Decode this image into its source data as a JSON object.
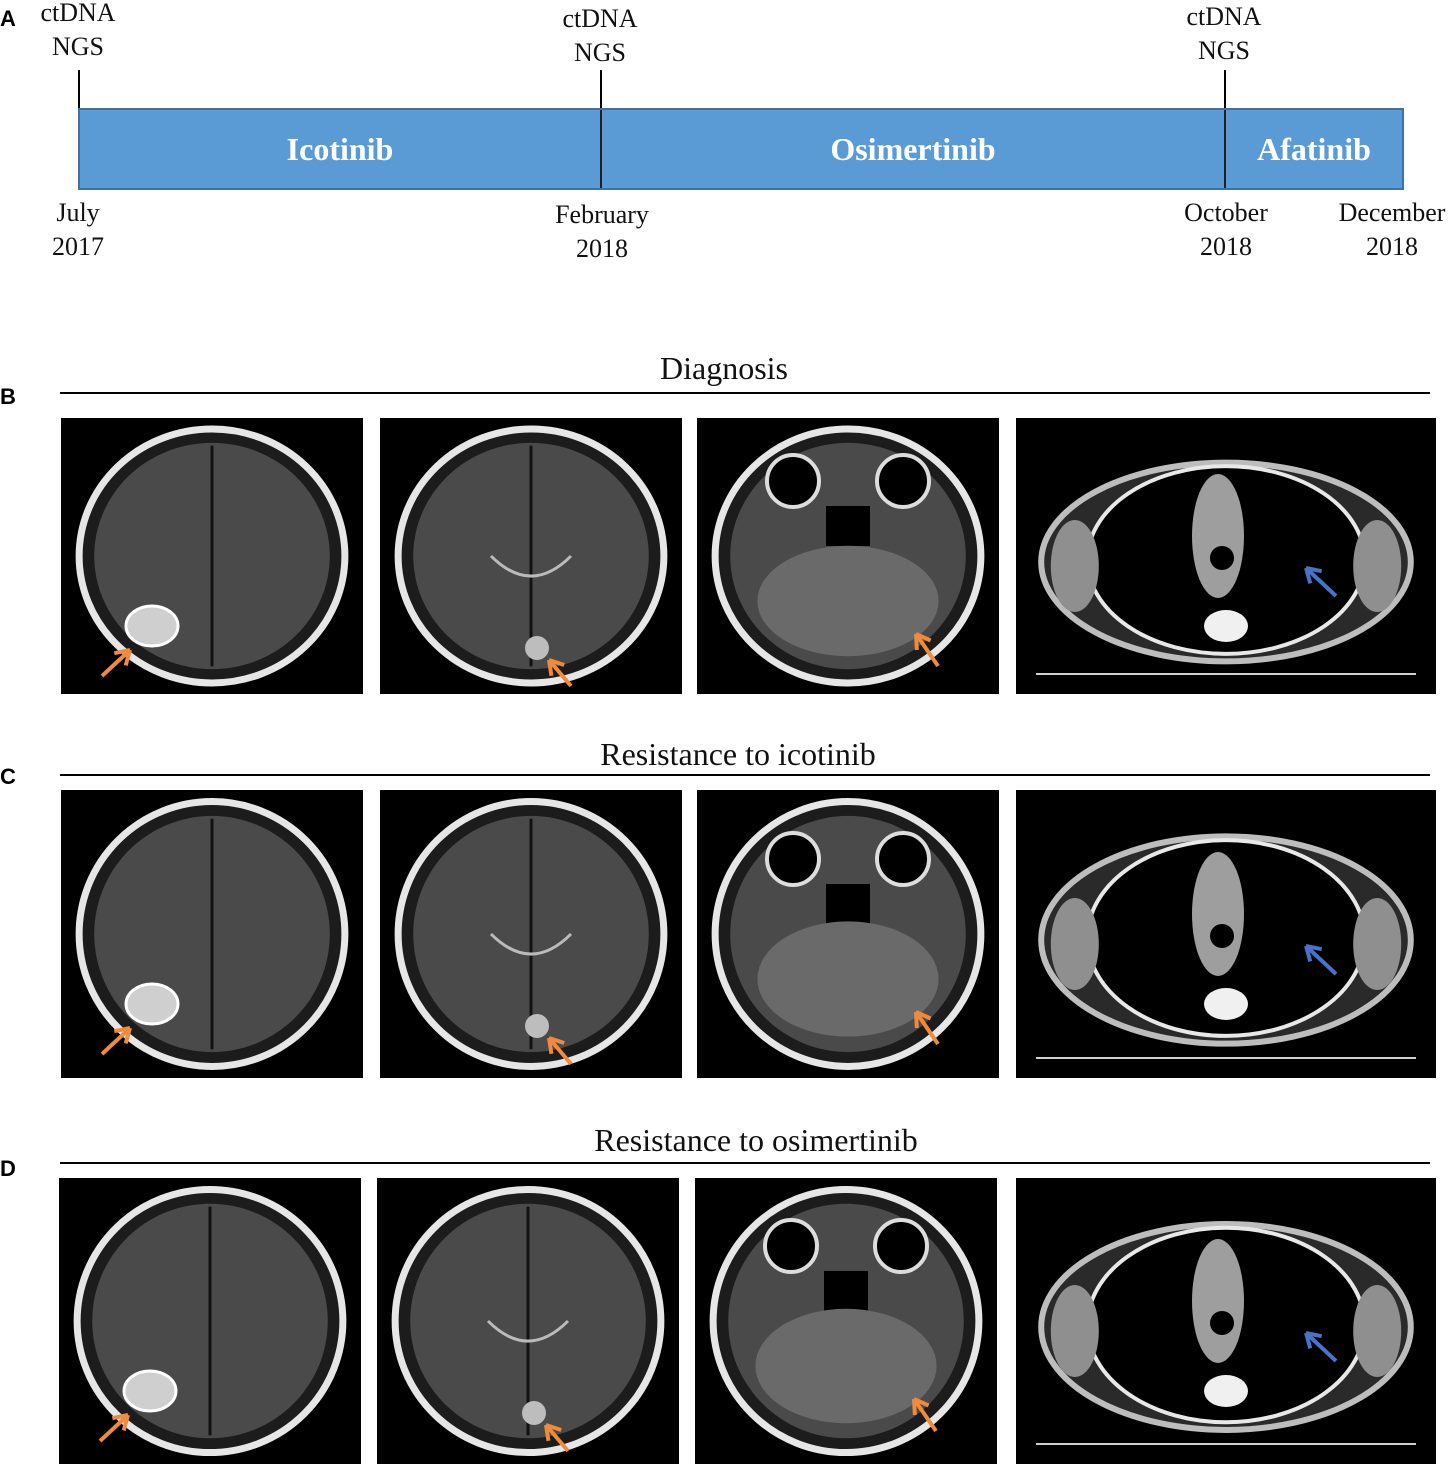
{
  "panels": {
    "A": "A",
    "B": "B",
    "C": "C",
    "D": "D"
  },
  "timeline": {
    "events": [
      {
        "label": "ctDNA\nNGS",
        "date": "July\n2017"
      },
      {
        "label": "ctDNA\nNGS",
        "date": "February\n2018"
      },
      {
        "label": "ctDNA\nNGS",
        "date": "October\n2018"
      },
      {
        "date": "December\n2018"
      }
    ],
    "treatments": [
      "Icotinib",
      "Osimertinib",
      "Afatinib"
    ],
    "colors": {
      "bar": "#5b9bd5",
      "bar_border": "#41719c"
    }
  },
  "sections": {
    "B": {
      "title": "Diagnosis"
    },
    "C": {
      "title": "Resistance to icotinib"
    },
    "D": {
      "title": "Resistance to osimertinib"
    }
  },
  "scans": {
    "types": [
      "brain-mri-parietal",
      "brain-mri-occipital",
      "brain-mri-cerebellar",
      "chest-ct"
    ],
    "arrow_colors": {
      "brain": "#f08a3c",
      "lung": "#4a72c8"
    }
  }
}
